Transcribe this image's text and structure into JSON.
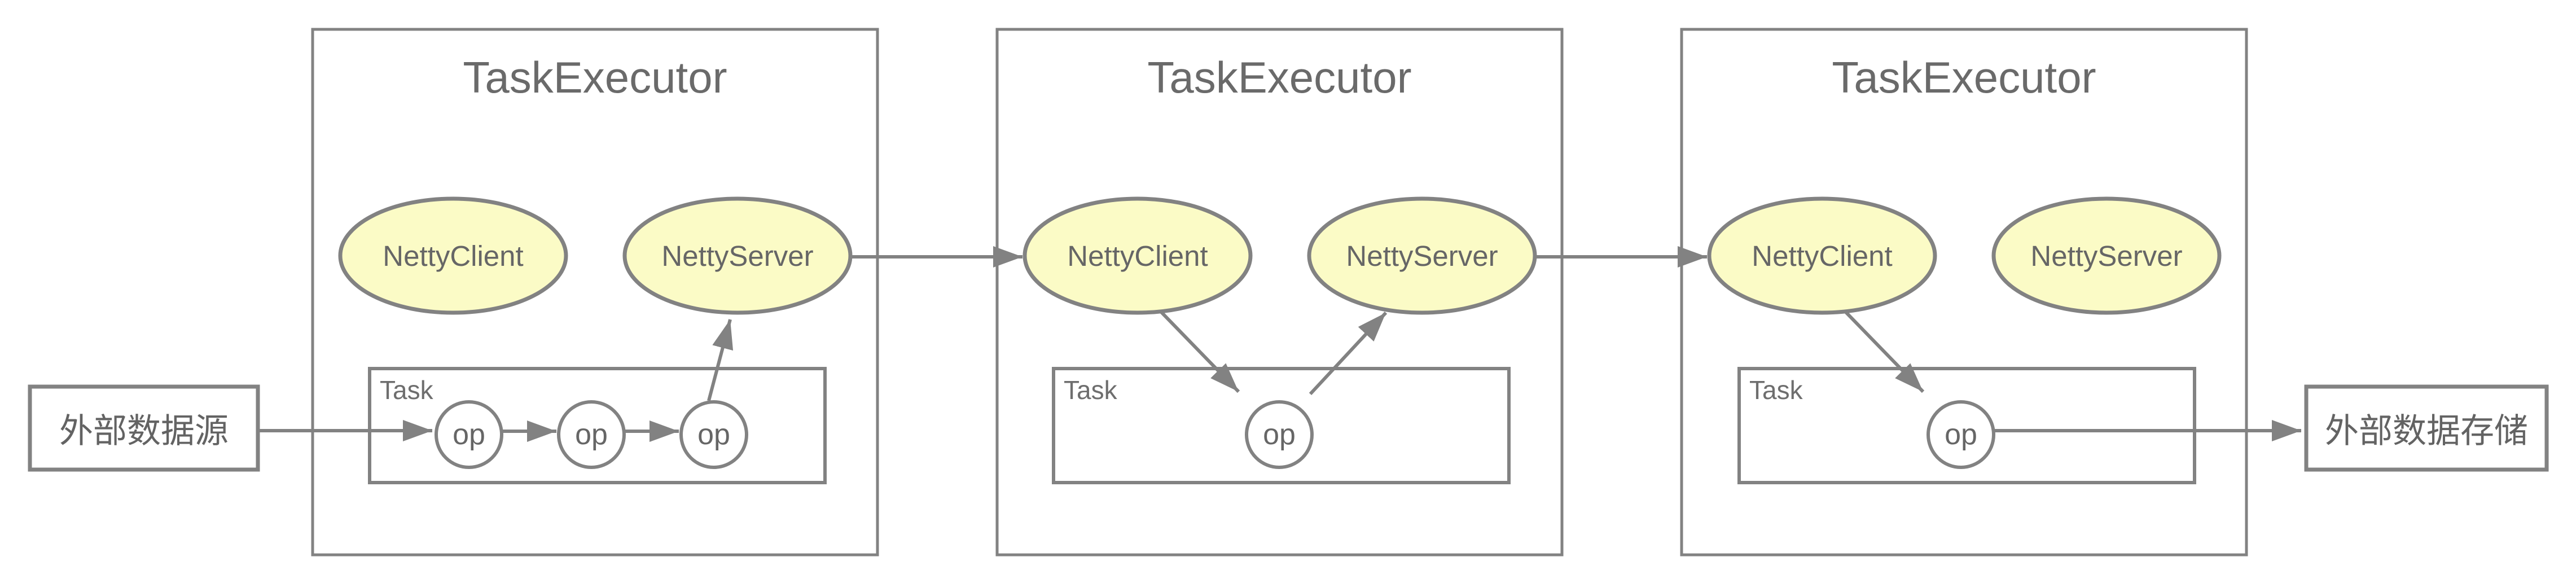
{
  "diagram": {
    "type": "architecture-diagram",
    "external_source_label": "外部数据源",
    "external_sink_label": "外部数据存储",
    "executors": [
      {
        "title": "TaskExecutor",
        "client_label": "NettyClient",
        "server_label": "NettyServer",
        "task_label": "Task",
        "ops": [
          "op",
          "op",
          "op"
        ]
      },
      {
        "title": "TaskExecutor",
        "client_label": "NettyClient",
        "server_label": "NettyServer",
        "task_label": "Task",
        "ops": [
          "op"
        ]
      },
      {
        "title": "TaskExecutor",
        "client_label": "NettyClient",
        "server_label": "NettyServer",
        "task_label": "Task",
        "ops": [
          "op"
        ]
      }
    ],
    "flow": [
      "外部数据源 → op → op → op → NettyServer",
      "NettyServer → NettyClient → op → NettyServer",
      "NettyServer → NettyClient → op → 外部数据存储"
    ],
    "colors": {
      "node_fill_yellow": "#FBFBC6",
      "node_fill_white": "#FFFFFF",
      "stroke_gray": "#828282",
      "text_gray": "#666666",
      "background": "#FFFFFF"
    }
  }
}
